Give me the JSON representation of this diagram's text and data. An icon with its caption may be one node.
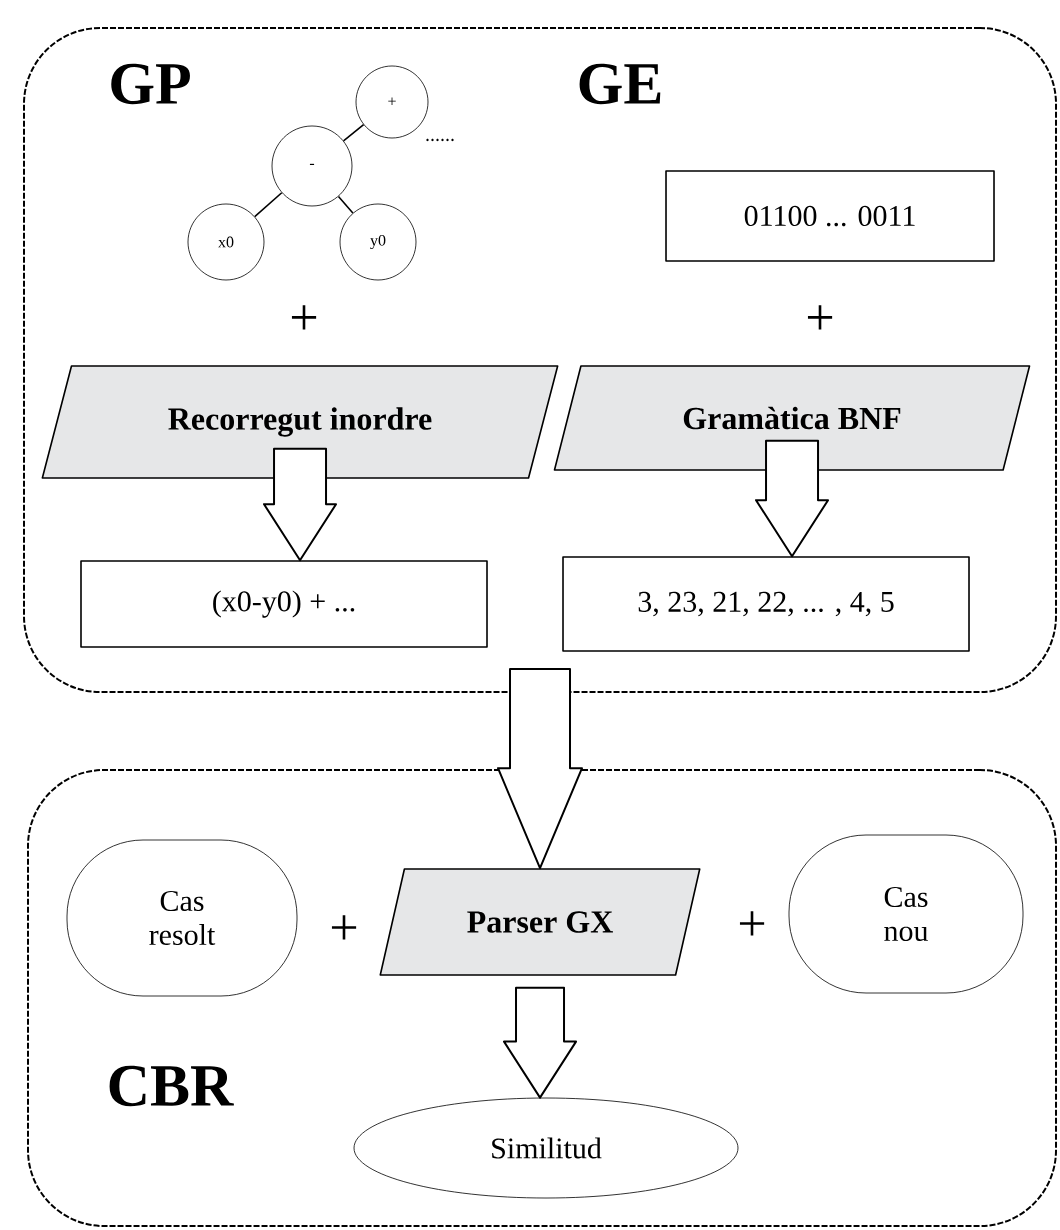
{
  "diagram": {
    "nodes": [
      {
        "text": [
          "GP",
          "GE"
        ]
      },
      {
        "text": [
          "CBR"
        ]
      },
      {
        "text": [
          "+"
        ],
        "in": 0
      },
      {
        "text": [
          "-"
        ],
        "in": 0
      },
      {
        "text": [
          "x0"
        ],
        "in": 0
      },
      {
        "text": [
          "y0"
        ],
        "in": 0
      },
      {
        "text": [
          "01100 ... 0011"
        ],
        "in": 0
      },
      {
        "text": [
          "Recorregut inordre"
        ],
        "in": 0
      },
      {
        "text": [
          "Gramàtica BNF"
        ],
        "in": 0
      },
      {
        "text": [
          "(x0-y0) + ..."
        ],
        "in": 0
      },
      {
        "text": [
          "3, 23, 21, 22, ... , 4, 5"
        ],
        "in": 0
      },
      {
        "text": [
          "Cas resolt"
        ],
        "in": 1
      },
      {
        "text": [
          "Parser GX"
        ],
        "in": 1
      },
      {
        "text": [
          "Cas nou"
        ],
        "in": 1
      },
      {
        "text": [
          "Similitud"
        ],
        "in": 1
      }
    ],
    "edges": [
      {
        "from": 3,
        "to": 2,
        "arrow": "none"
      },
      {
        "from": 3,
        "to": 4,
        "arrow": "none"
      },
      {
        "from": 3,
        "to": 5,
        "arrow": "none"
      },
      {
        "from": 7,
        "to": 9,
        "arrow": "to",
        "style": "thick"
      },
      {
        "from": 8,
        "to": 10,
        "arrow": "to",
        "style": "thick"
      },
      {
        "from": 0,
        "to": 12,
        "arrow": "to",
        "style": "thick"
      },
      {
        "from": 12,
        "to": 14,
        "arrow": "to",
        "style": "thick"
      }
    ],
    "labels": [
      "......",
      "+",
      "+",
      "+",
      "+"
    ]
  }
}
